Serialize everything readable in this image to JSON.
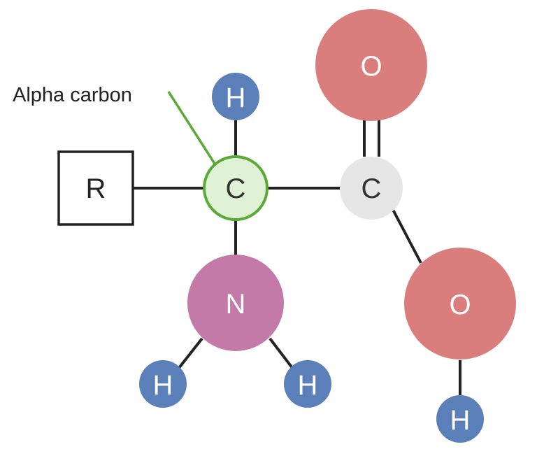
{
  "annotation": {
    "label": "Alpha carbon"
  },
  "atoms": {
    "r_group": "R",
    "alpha_carbon": "C",
    "carboxyl_carbon": "C",
    "carbonyl_oxygen": "O",
    "hydroxyl_oxygen": "O",
    "amino_nitrogen": "N",
    "alpha_hydrogen": "H",
    "amino_hydrogen_left": "H",
    "amino_hydrogen_right": "H",
    "hydroxyl_hydrogen": "H"
  },
  "colors": {
    "bond": "#222222",
    "hydrogen": "#5b7fb8",
    "oxygen": "#d97e7c",
    "nitrogen": "#c37aa8",
    "alpha_carbon_fill": "#dff2d6",
    "alpha_carbon_stroke": "#5aaa38",
    "carboxyl_carbon_fill": "#e6e6e6",
    "annotation_line": "#5aaa38"
  }
}
